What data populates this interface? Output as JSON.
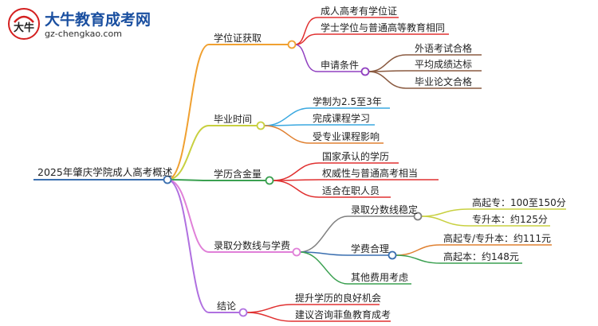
{
  "branding": {
    "site_name": "大牛教育成考网",
    "site_url": "gz-chengkao.com",
    "logo_chars": "大牛"
  },
  "mindmap": {
    "root": "2025年肇庆学院成人高考概述",
    "branches": [
      {
        "label": "学位证获取",
        "children": [
          {
            "label": "成人高考有学位证"
          },
          {
            "label": "学士学位与普通高等教育相同"
          },
          {
            "label": "申请条件",
            "children": [
              {
                "label": "外语考试合格"
              },
              {
                "label": "平均成绩达标"
              },
              {
                "label": "毕业论文合格"
              }
            ]
          }
        ]
      },
      {
        "label": "毕业时间",
        "children": [
          {
            "label": "学制为2.5至3年"
          },
          {
            "label": "完成课程学习"
          },
          {
            "label": "受专业课程影响"
          }
        ]
      },
      {
        "label": "学历含金量",
        "children": [
          {
            "label": "国家承认的学历"
          },
          {
            "label": "权威性与普通高考相当"
          },
          {
            "label": "适合在职人员"
          }
        ]
      },
      {
        "label": "录取分数线与学费",
        "children": [
          {
            "label": "录取分数线稳定",
            "children": [
              {
                "label": "高起专：100至150分"
              },
              {
                "label": "专升本：约125分"
              }
            ]
          },
          {
            "label": "学费合理",
            "children": [
              {
                "label": "高起专/专升本：约111元"
              },
              {
                "label": "高起本：约148元"
              }
            ]
          },
          {
            "label": "其他费用考虑"
          }
        ]
      },
      {
        "label": "结论",
        "children": [
          {
            "label": "提升学历的良好机会"
          },
          {
            "label": "建议咨询菲鱼教育成考"
          }
        ]
      }
    ]
  },
  "colors": {
    "root_line": "#3a6fb0",
    "branch_1": "#f0a030",
    "branch_2": "#c8d040",
    "branch_3": "#3aa050",
    "branch_4": "#e080d8",
    "branch_5": "#b070e0",
    "leaf_1": "#e03030",
    "leaf_2": "#e03030",
    "leaf_3": "#9040c0",
    "leaf_4": "#8a5a40",
    "brand_blue": "#1a4fa0",
    "brand_red": "#d42020"
  }
}
